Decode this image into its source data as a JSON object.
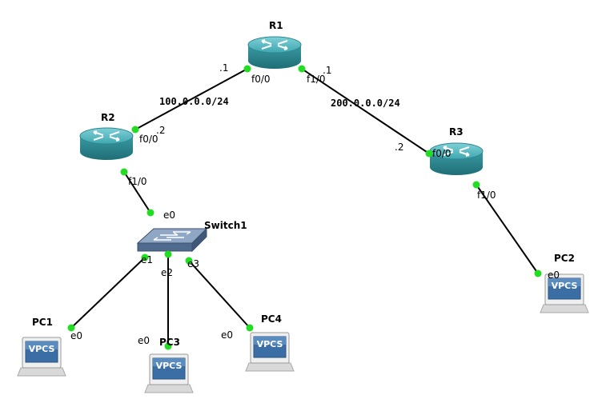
{
  "colors": {
    "router_top": "#4fb8c0",
    "router_side": "#2e8f98",
    "switch_body": "#6f88a8",
    "link": "#000000",
    "port_dot": "#22dd22",
    "vpcs_screen": "#3a6ea5"
  },
  "devices": {
    "r1": {
      "name": "R1",
      "icon": "router-icon"
    },
    "r2": {
      "name": "R2",
      "icon": "router-icon"
    },
    "r3": {
      "name": "R3",
      "icon": "router-icon"
    },
    "switch1": {
      "name": "Switch1",
      "icon": "switch-icon"
    },
    "pc1": {
      "name": "PC1",
      "icon": "vpcs-icon",
      "screen_text": "VPCS"
    },
    "pc2": {
      "name": "PC2",
      "icon": "vpcs-icon",
      "screen_text": "VPCS"
    },
    "pc3": {
      "name": "PC3",
      "icon": "vpcs-icon",
      "screen_text": "VPCS"
    },
    "pc4": {
      "name": "PC4",
      "icon": "vpcs-icon",
      "screen_text": "VPCS"
    }
  },
  "links": {
    "r1_r2": {
      "network": "100.0.0.0/24",
      "a": {
        "port": "f0/0",
        "host": ".1"
      },
      "b": {
        "port": "f0/0",
        "host": ".2"
      }
    },
    "r1_r3": {
      "network": "200.0.0.0/24",
      "a": {
        "port": "f1/0",
        "host": ".1"
      },
      "b": {
        "port": "f0/0",
        "host": ".2"
      }
    },
    "r2_sw": {
      "a": {
        "port": "f1/0"
      },
      "b": {
        "port": "e0"
      }
    },
    "r3_pc2": {
      "a": {
        "port": "f1/0"
      },
      "b": {
        "port": "e0"
      }
    },
    "sw_pc1": {
      "a": {
        "port": "e1"
      },
      "b": {
        "port": "e0"
      }
    },
    "sw_pc3": {
      "a": {
        "port": "e2"
      },
      "b": {
        "port": "e0"
      }
    },
    "sw_pc4": {
      "a": {
        "port": "e3"
      },
      "b": {
        "port": "e0"
      }
    }
  }
}
